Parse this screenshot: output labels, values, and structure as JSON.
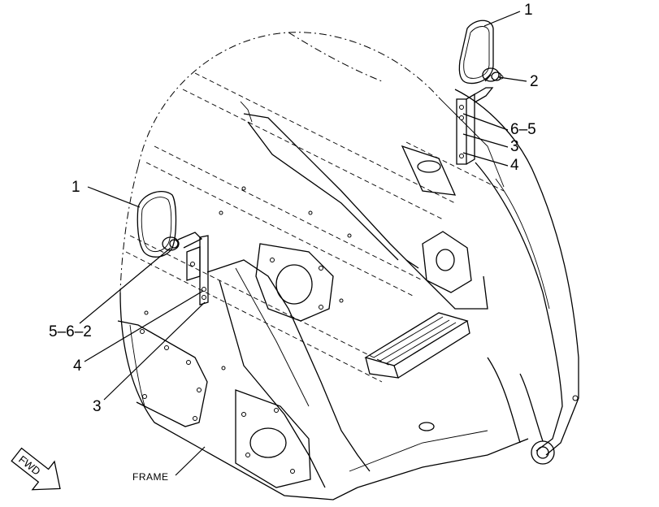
{
  "callouts": {
    "right_mirror": "1",
    "right_mount": "2",
    "right_bracket": "6–5",
    "right_bolt": "3",
    "right_nut": "4",
    "left_mirror": "1",
    "left_mount": "5–6–2",
    "left_nut": "4",
    "left_bolt": "3"
  },
  "frame_label": "FRAME",
  "fwd_label": "FWD"
}
